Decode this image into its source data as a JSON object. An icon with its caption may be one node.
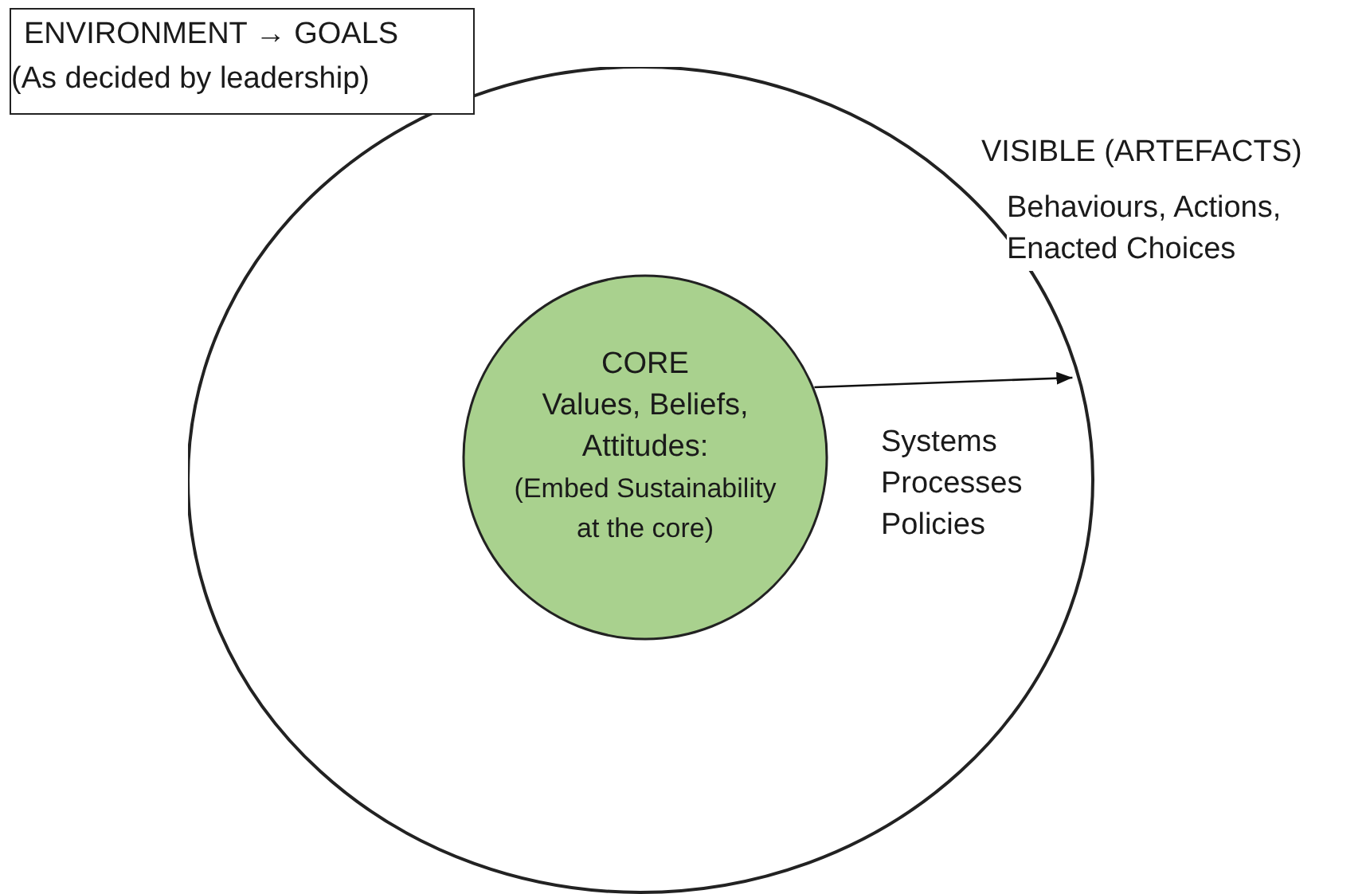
{
  "diagram": {
    "nodes": [
      {
        "text": [
          "ENVIRONMENT → GOALS",
          "(As decided by leadership)"
        ]
      },
      {
        "text": [
          "VISIBLE (ARTEFACTS)",
          "Behaviours, Actions, Enacted Choices",
          "Systems Processes Policies"
        ]
      },
      {
        "text": [
          "CORE",
          "Values, Beliefs, Attitudes:",
          "(Embed Sustainability at the core)"
        ],
        "in": 1
      }
    ],
    "edges": [
      {
        "from": 2,
        "to": 1,
        "arrow": "to"
      }
    ]
  }
}
